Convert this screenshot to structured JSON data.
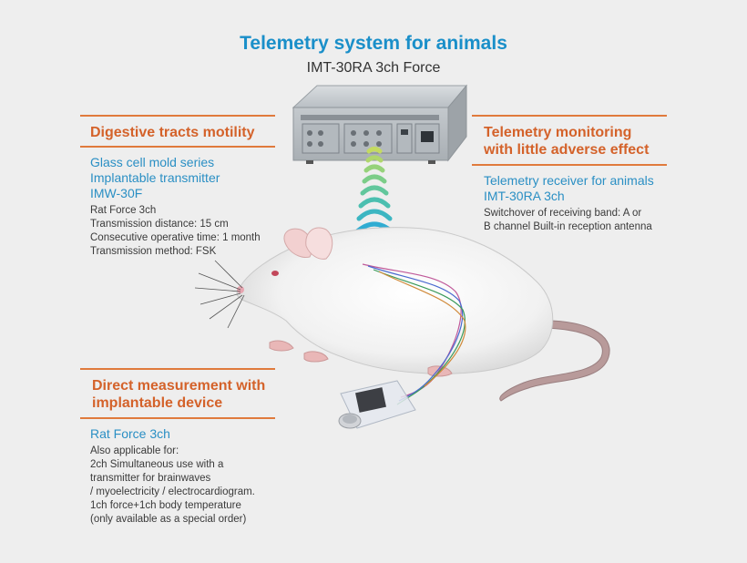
{
  "header": {
    "title": "Telemetry system for animals",
    "subtitle": "IMT-30RA 3ch Force"
  },
  "left_top": {
    "heading": "Digestive tracts motility",
    "product_lines": [
      "Glass cell mold series",
      "Implantable transmitter",
      "IMW-30F"
    ],
    "details": [
      "Rat Force 3ch",
      "Transmission distance: 15 cm",
      "Consecutive operative time: 1 month",
      "Transmission method: FSK"
    ]
  },
  "right_top": {
    "heading_lines": [
      "Telemetry monitoring",
      "with little adverse effect"
    ],
    "product_lines": [
      "Telemetry receiver for animals",
      "IMT-30RA 3ch"
    ],
    "details": [
      "Switchover of receiving band: A or",
      "B channel Built-in reception antenna"
    ]
  },
  "left_bottom": {
    "heading_lines": [
      "Direct measurement with",
      "implantable device"
    ],
    "product": "Rat Force 3ch",
    "details": [
      "Also applicable for:",
      "2ch Simultaneous use with a",
      "transmitter for brainwaves",
      "/ myoelectricity / electrocardiogram.",
      "1ch force+1ch body temperature",
      "(only available as a special order)"
    ]
  },
  "colors": {
    "accent_orange": "#d4622a",
    "accent_blue": "#2a8fc4",
    "title_blue": "#1a8fc9",
    "background": "#eeeeee"
  }
}
